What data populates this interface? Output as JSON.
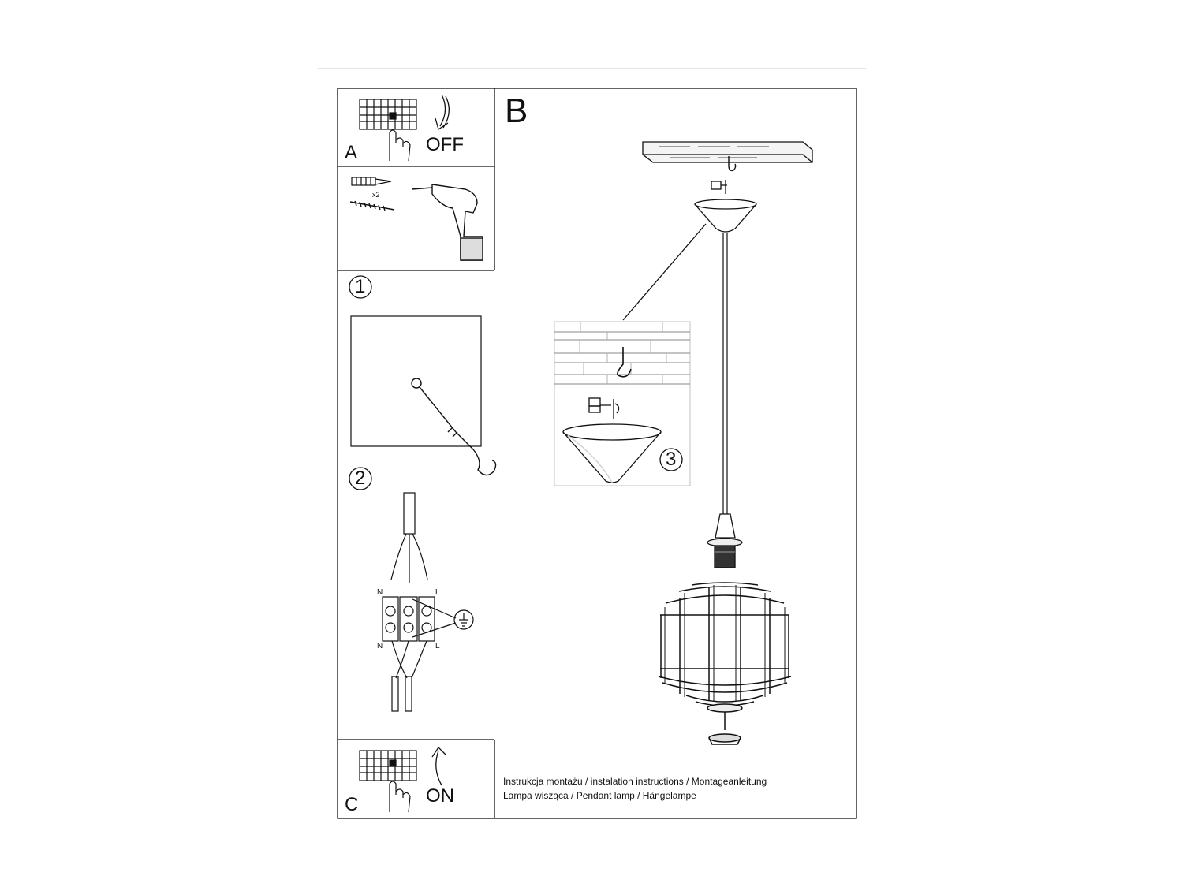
{
  "sections": {
    "A": {
      "label": "A",
      "switch_text": "OFF"
    },
    "B": {
      "label": "B"
    },
    "C": {
      "label": "C",
      "switch_text": "ON"
    }
  },
  "tools": {
    "quantity": "x2"
  },
  "steps": [
    {
      "number": "1"
    },
    {
      "number": "2"
    },
    {
      "number": "3"
    }
  ],
  "wiring": {
    "neutral": "N",
    "live": "L"
  },
  "caption": {
    "line1": "Instrukcja montażu / instalation instructions / Montageanleitung",
    "line2": "Lampa wisząca / Pendant lamp / Hängelampe"
  }
}
